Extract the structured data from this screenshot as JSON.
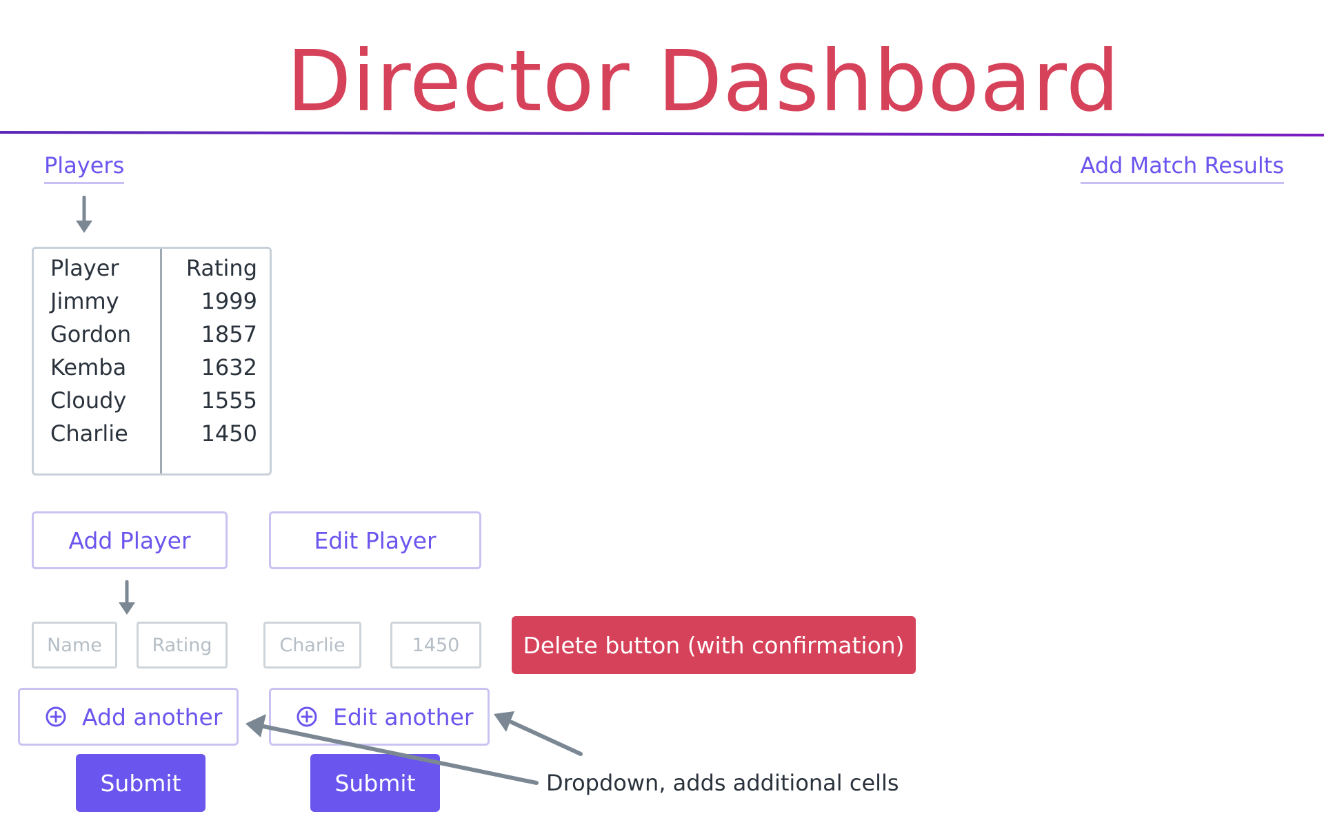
{
  "title": "Director Dashboard",
  "nav": {
    "players": "Players",
    "add_match_results": "Add Match Results"
  },
  "table": {
    "headers": [
      "Player",
      "Rating"
    ],
    "rows": [
      {
        "player": "Jimmy",
        "rating": "1999"
      },
      {
        "player": "Gordon",
        "rating": "1857"
      },
      {
        "player": "Kemba",
        "rating": "1632"
      },
      {
        "player": "Cloudy",
        "rating": "1555"
      },
      {
        "player": "Charlie",
        "rating": "1450"
      }
    ]
  },
  "buttons": {
    "add_player": "Add Player",
    "edit_player": "Edit Player",
    "delete": "Delete button (with confirmation)",
    "add_another": "Add another",
    "edit_another": "Edit another",
    "submit": "Submit"
  },
  "inputs": {
    "name_placeholder": "Name",
    "rating_placeholder": "Rating",
    "edit_name_value": "Charlie",
    "edit_rating_value": "1450"
  },
  "annotation": "Dropdown, adds additional cells",
  "colors": {
    "title": "#d6425a",
    "accent": "#6a55ee",
    "danger": "#d6425a",
    "border": "#c9c3f2",
    "arrow": "#7b8894"
  },
  "icons": {
    "flow_arrow": "down-arrow-icon",
    "add": "plus-circle-icon",
    "annotation_arrow": "arrow-icon"
  }
}
